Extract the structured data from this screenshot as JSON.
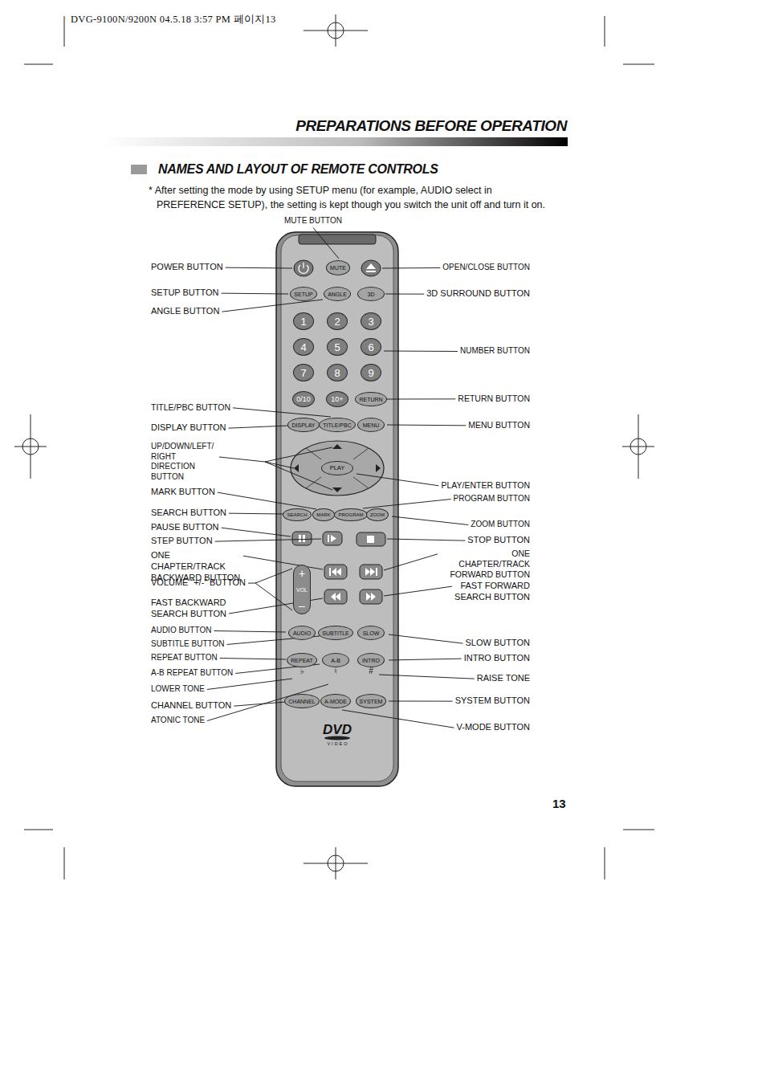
{
  "diagram": {
    "title": "PREPARATIONS BEFORE OPERATION",
    "nodes": [
      {
        "text": [
          "MUTE"
        ]
      },
      {
        "text": [
          "SETUP"
        ]
      },
      {
        "text": [
          "ANGLE"
        ]
      },
      {
        "text": [
          "3D"
        ]
      },
      {
        "text": [
          "1"
        ]
      },
      {
        "text": [
          "2"
        ]
      },
      {
        "text": [
          "3"
        ]
      },
      {
        "text": [
          "4"
        ]
      },
      {
        "text": [
          "5"
        ]
      },
      {
        "text": [
          "6"
        ]
      },
      {
        "text": [
          "7"
        ]
      },
      {
        "text": [
          "8"
        ]
      },
      {
        "text": [
          "9"
        ]
      },
      {
        "text": [
          "0/10"
        ]
      },
      {
        "text": [
          "10+"
        ]
      },
      {
        "text": [
          "RETURN"
        ]
      },
      {
        "text": [
          "DISPLAY"
        ]
      },
      {
        "text": [
          "TITLE/PBC"
        ]
      },
      {
        "text": [
          "MENU"
        ]
      },
      {
        "text": [
          "PLAY"
        ]
      },
      {
        "text": [
          "SEARCH"
        ]
      },
      {
        "text": [
          "MARK"
        ]
      },
      {
        "text": [
          "PROGRAM"
        ]
      },
      {
        "text": [
          "ZOOM"
        ]
      },
      {
        "text": [
          "+",
          "VOL",
          "–"
        ]
      },
      {
        "text": [
          "AUDIO"
        ]
      },
      {
        "text": [
          "SUBTITLE"
        ]
      },
      {
        "text": [
          "SLOW"
        ]
      },
      {
        "text": [
          "REPEAT",
          "♭"
        ]
      },
      {
        "text": [
          "A-B",
          "♮"
        ]
      },
      {
        "text": [
          "INTRO",
          "#"
        ]
      },
      {
        "text": [
          "CHANNEL"
        ]
      },
      {
        "text": [
          "A-MODE"
        ]
      },
      {
        "text": [
          "SYSTEM"
        ]
      }
    ],
    "labels": [
      "DVG-9100N/9200N 04.5.18 3:57 PM 페이지13",
      "NAMES AND LAYOUT OF REMOTE CONTROLS",
      "* After setting the mode by using SETUP menu (for example, AUDIO select in PREFERENCE SETUP), the setting is kept though you switch the unit off and turn it on.",
      "MUTE BUTTON",
      "POWER BUTTON",
      "SETUP BUTTON",
      "ANGLE BUTTON",
      "TITLE/PBC BUTTON",
      "DISPLAY BUTTON",
      "UP/DOWN/LEFT/ RIGHT DIRECTION BUTTON",
      "MARK BUTTON",
      "SEARCH BUTTON",
      "PAUSE BUTTON",
      "STEP BUTTON",
      "ONE CHAPTER/TRACK BACKWARD BUTTON",
      "VOLUME “+/-” BUTTON",
      "FAST BACKWARD SEARCH BUTTON",
      "AUDIO BUTTON",
      "SUBTITLE BUTTON",
      "REPEAT BUTTON",
      "A-B REPEAT BUTTON",
      "LOWER TONE",
      "CHANNEL BUTTON",
      "ATONIC TONE",
      "OPEN/CLOSE BUTTON",
      "3D SURROUND BUTTON",
      "NUMBER BUTTON",
      "RETURN BUTTON",
      "MENU BUTTON",
      "PLAY/ENTER BUTTON",
      "PROGRAM BUTTON",
      "ZOOM BUTTON",
      "STOP BUTTON",
      "ONE CHAPTER/TRACK FORWARD BUTTON",
      "FAST FORWARD SEARCH BUTTON",
      "SLOW BUTTON",
      "INTRO BUTTON",
      "RAISE TONE",
      "SYSTEM BUTTON",
      "V-MODE BUTTON",
      "DVD",
      "VIDEO",
      "13"
    ]
  }
}
